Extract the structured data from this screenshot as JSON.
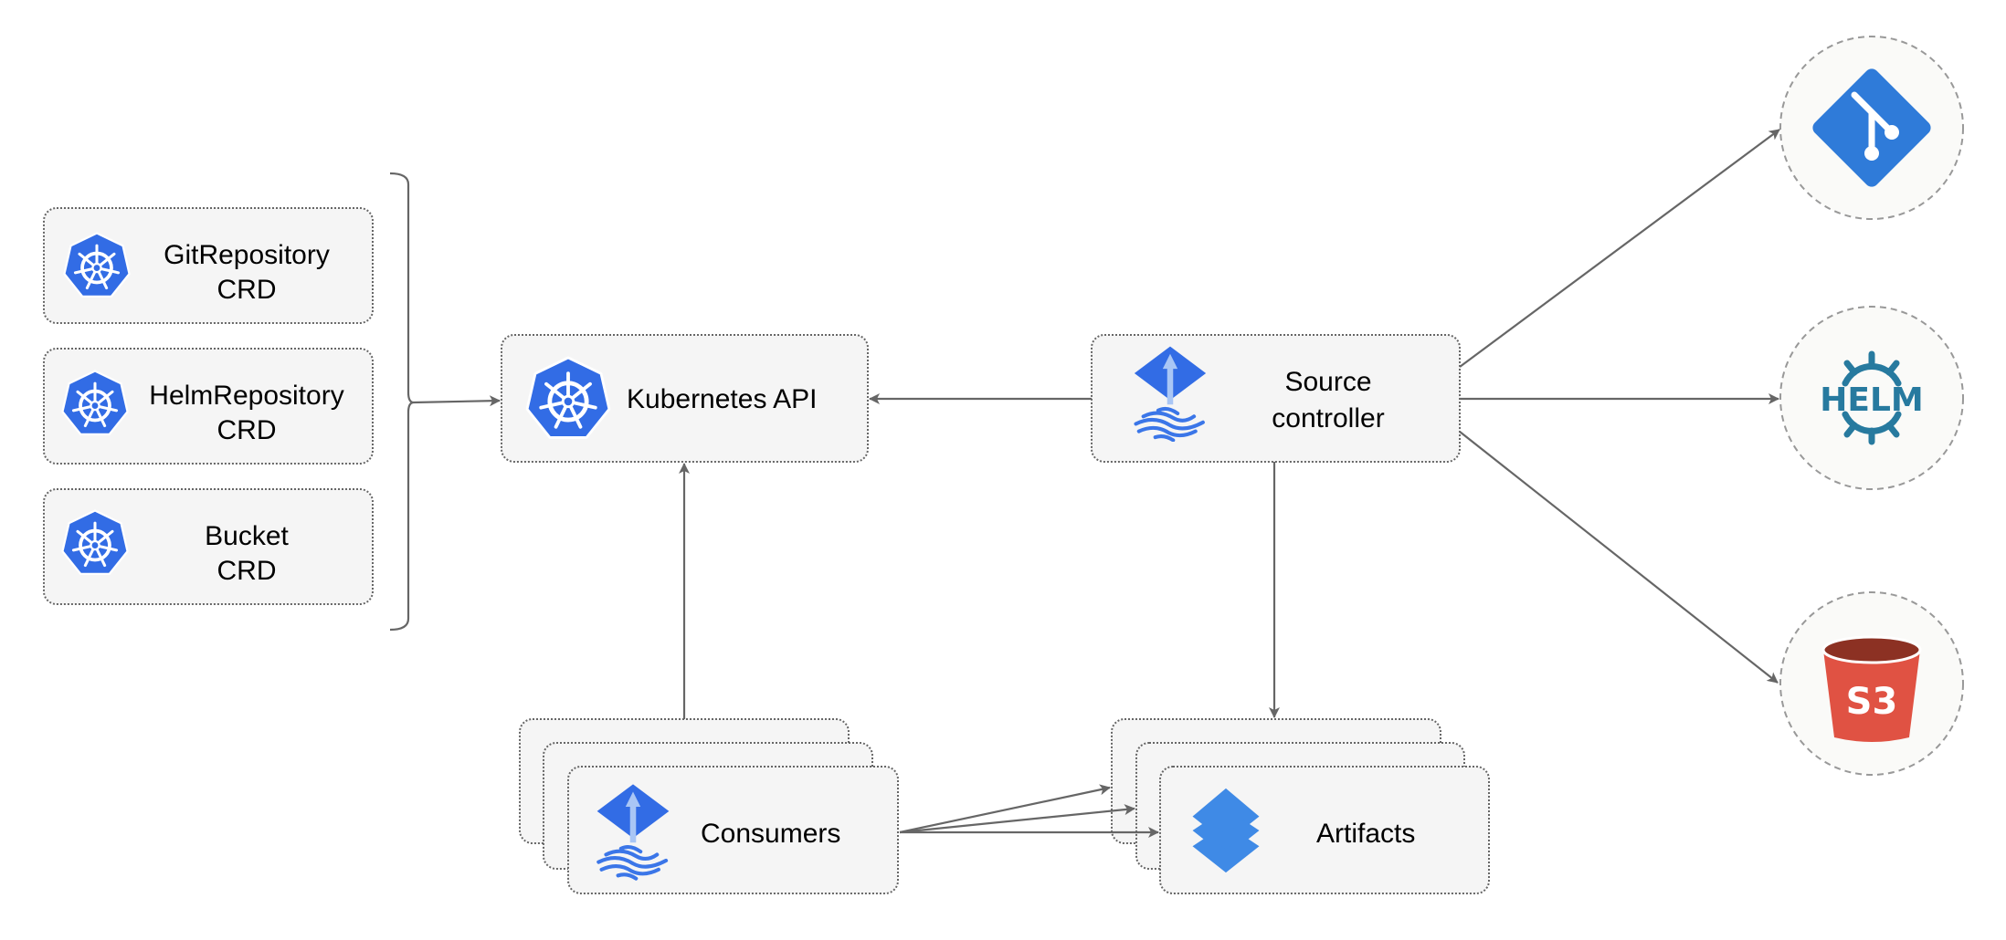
{
  "crds": [
    {
      "line1": "GitRepository",
      "line2": "CRD",
      "icon": "kubernetes-icon"
    },
    {
      "line1": "HelmRepository",
      "line2": "CRD",
      "icon": "kubernetes-icon"
    },
    {
      "line1": "Bucket",
      "line2": "CRD",
      "icon": "kubernetes-icon"
    }
  ],
  "kubernetes_api": {
    "label": "Kubernetes API",
    "icon": "kubernetes-icon"
  },
  "source_controller": {
    "line1": "Source",
    "line2": "controller",
    "icon": "flux-icon"
  },
  "consumers": {
    "label": "Consumers",
    "icon": "flux-icon"
  },
  "artifacts": {
    "label": "Artifacts",
    "icon": "layers-icon"
  },
  "sources": [
    {
      "icon": "git-icon"
    },
    {
      "icon": "helm-icon",
      "logo_text": "HELM"
    },
    {
      "icon": "s3-bucket-icon",
      "logo_text": "S3"
    }
  ],
  "colors": {
    "kubernetes_blue": "#326ce5",
    "git_blue": "#2f7bd9",
    "helm_teal": "#277a9f",
    "s3_red": "#e05243",
    "s3_dark": "#8c3123",
    "node_fill": "#f5f5f5",
    "edge": "#666666"
  }
}
